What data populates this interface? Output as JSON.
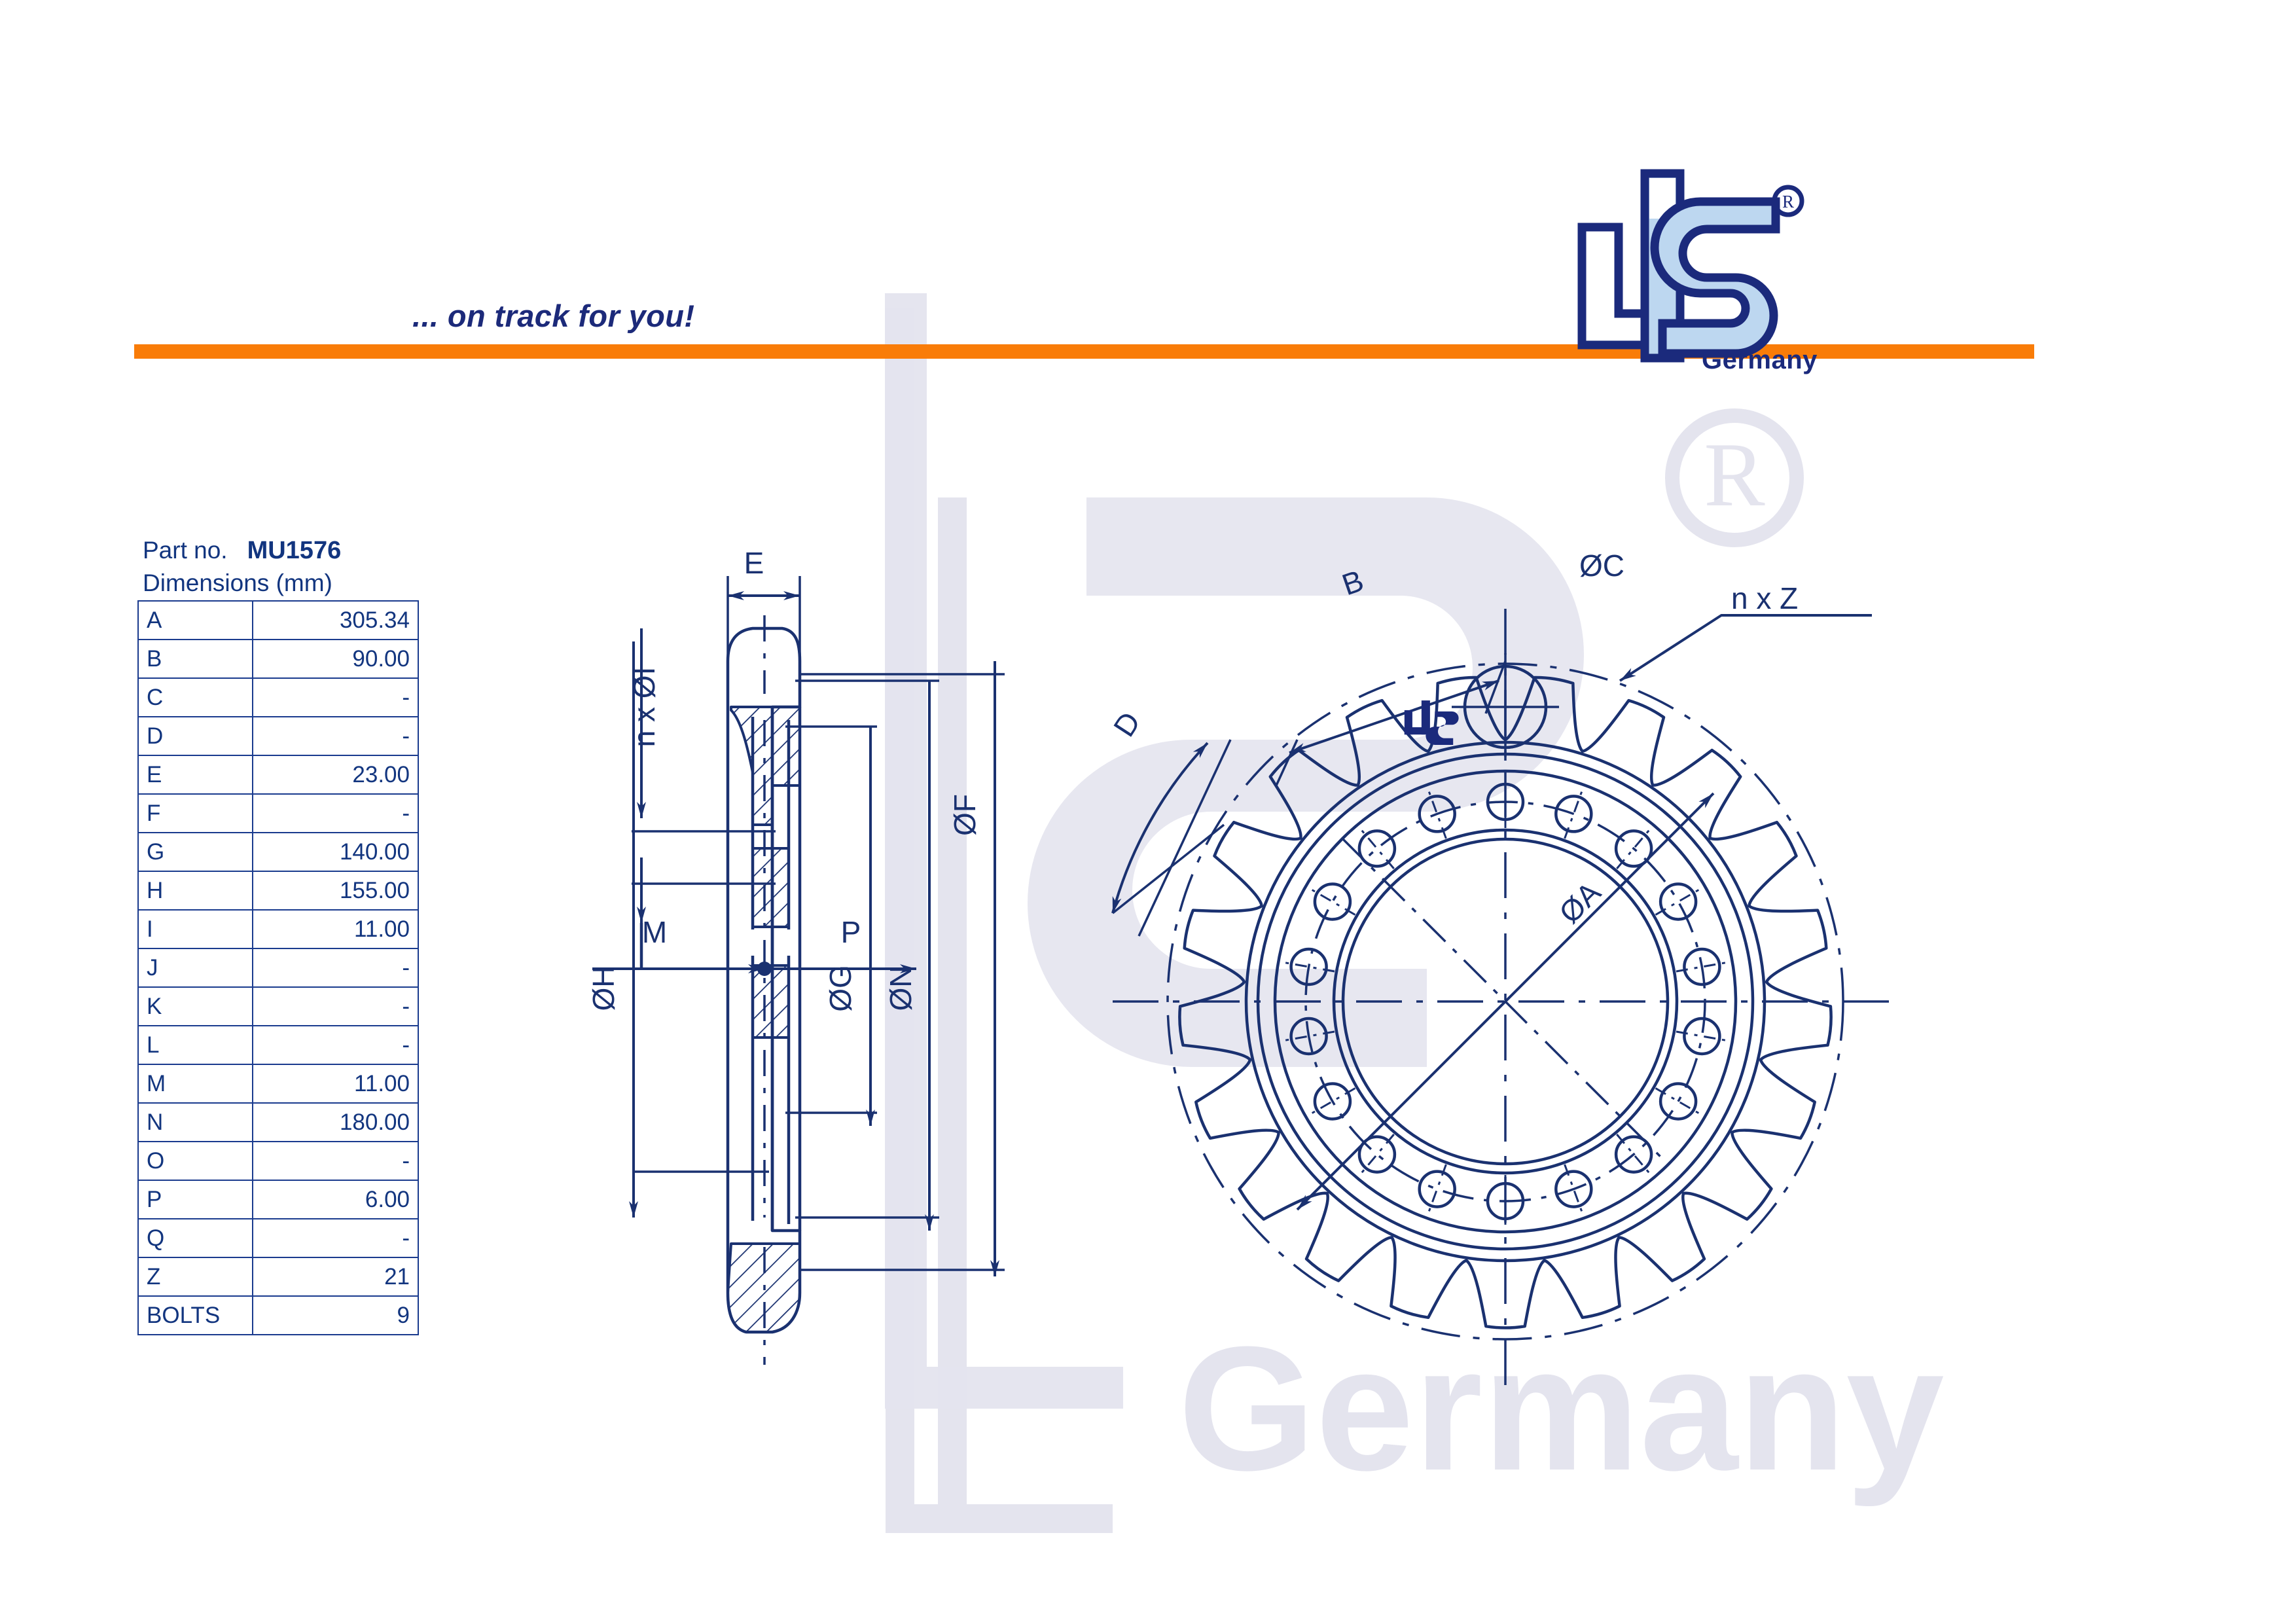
{
  "header": {
    "tagline": "... on track for you!",
    "logo_text": "LIS",
    "logo_country": "Germany",
    "registered_mark": "®",
    "bar_color": "#f97c08",
    "brand_color": "#1b2a7c",
    "logo_fill_color": "#bdd7f0"
  },
  "watermark": {
    "text": "Germany",
    "mark": "®",
    "logo_text": "LIS",
    "color": "#e3e3ee"
  },
  "spec": {
    "part_label": "Part no.",
    "part_number": "MU1576",
    "dimensions_header": "Dimensions (mm)",
    "rows": [
      {
        "label": "A",
        "value": "305.34"
      },
      {
        "label": "B",
        "value": "90.00"
      },
      {
        "label": "C",
        "value": "-"
      },
      {
        "label": "D",
        "value": "-"
      },
      {
        "label": "E",
        "value": "23.00"
      },
      {
        "label": "F",
        "value": "-"
      },
      {
        "label": "G",
        "value": "140.00"
      },
      {
        "label": "H",
        "value": "155.00"
      },
      {
        "label": "I",
        "value": "11.00"
      },
      {
        "label": "J",
        "value": "-"
      },
      {
        "label": "K",
        "value": "-"
      },
      {
        "label": "L",
        "value": "-"
      },
      {
        "label": "M",
        "value": "11.00"
      },
      {
        "label": "N",
        "value": "180.00"
      },
      {
        "label": "O",
        "value": "-"
      },
      {
        "label": "P",
        "value": "6.00"
      },
      {
        "label": "Q",
        "value": "-"
      },
      {
        "label": "Z",
        "value": "21"
      },
      {
        "label": "BOLTS",
        "value": "9"
      }
    ]
  },
  "drawing": {
    "line_color": "#1a3170",
    "section_view": {
      "callouts": {
        "E": "E",
        "nxI": "n x ØI",
        "M": "M",
        "P": "P",
        "H": "ØH",
        "G": "ØG",
        "N": "ØN",
        "F": "ØF"
      }
    },
    "front_view": {
      "callouts": {
        "B": "B",
        "C": "ØC",
        "D": "D",
        "A": "ØA",
        "nxZ": "n x Z"
      },
      "teeth_count": 21,
      "bolt_holes_visible": 18,
      "hub_mark": "LIS"
    }
  }
}
